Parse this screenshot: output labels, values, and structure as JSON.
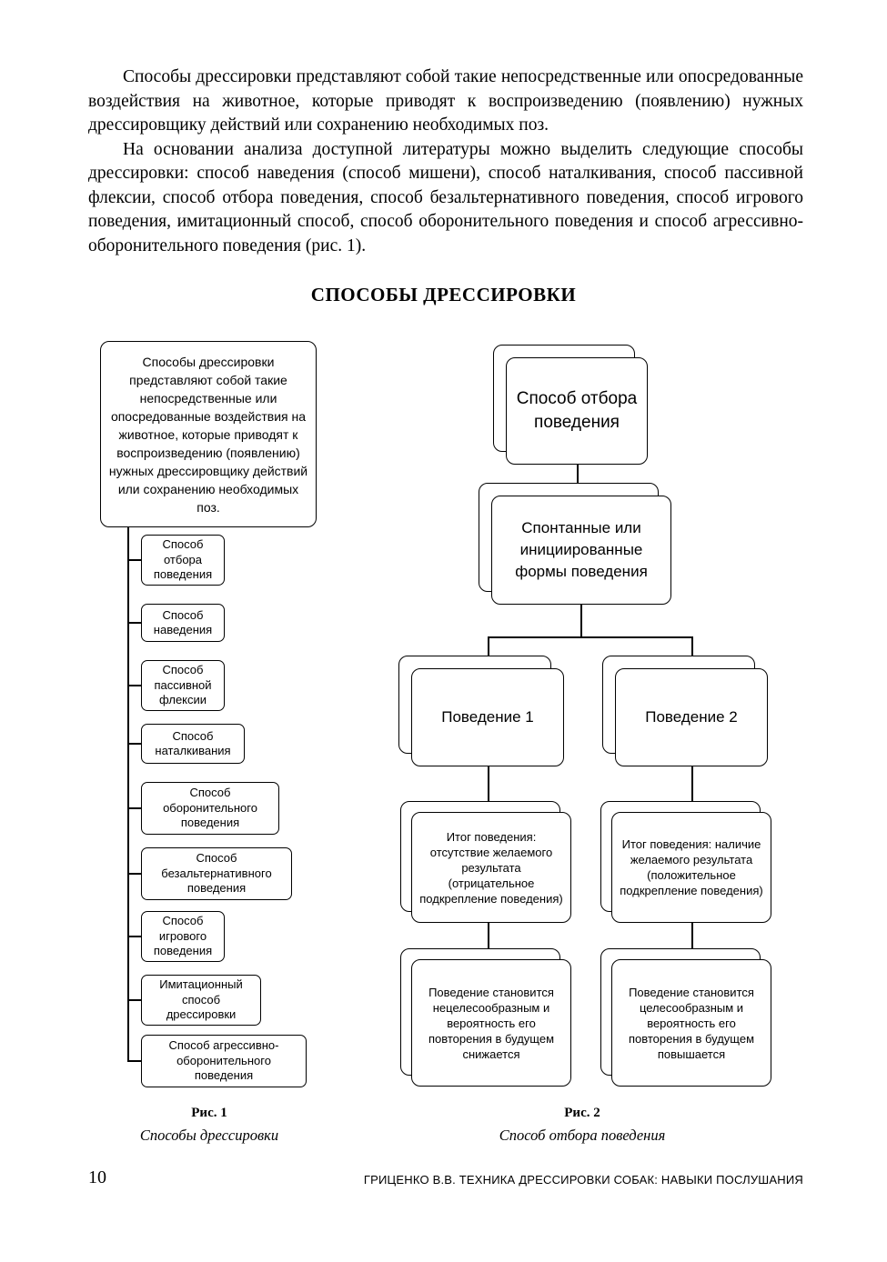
{
  "page": {
    "paragraph1": "Способы дрессировки представляют собой такие непосредственные или опосредованные воздействия на животное, которые приводят к воспроизведению (появлению) нужных дрессировщику действий или сохранению необходимых поз.",
    "paragraph2": "На основании анализа доступной литературы можно выделить следующие способы дрессировки: способ наведения (способ мишени), способ наталкивания, способ пассивной флексии, способ отбора поведения, способ безальтернативного поведения, способ игрового поведения, имитационный способ, способ оборонительного поведения и способ агрессивно-оборонительного поведения (рис. 1).",
    "heading": "СПОСОБЫ ДРЕССИРОВКИ",
    "footer": {
      "page_number": "10",
      "running_title": "ГРИЦЕНКО В.В. ТЕХНИКА ДРЕССИРОВКИ СОБАК: НАВЫКИ ПОСЛУШАНИЯ"
    }
  },
  "fig1": {
    "root": "Способы дрессировки представляют собой такие непосредственные или опосредованные воздействия на животное, которые приводят к воспроизведению (появлению) нужных дрессировщику действий или сохранению необходимых поз.",
    "items": [
      {
        "label": "Способ отбора поведения"
      },
      {
        "label": "Способ наведения"
      },
      {
        "label": "Способ пассивной флексии"
      },
      {
        "label": "Способ наталкивания"
      },
      {
        "label": "Способ оборонительного поведения"
      },
      {
        "label": "Способ безальтернативного поведения"
      },
      {
        "label": "Способ игрового поведения"
      },
      {
        "label": "Имитационный способ дрессировки"
      },
      {
        "label": "Способ агрессивно-оборонительного поведения"
      }
    ],
    "caption_label": "Рис. 1",
    "caption_text": "Способы дрессировки"
  },
  "fig2": {
    "nodes": {
      "root": "Способ отбора поведения",
      "forms": "Спонтанные или инициированные формы поведения",
      "behavior1": "Поведение 1",
      "behavior2": "Поведение 2",
      "outcome1": "Итог поведения: отсутствие желаемого результата (отрицательное подкрепление поведения)",
      "outcome2": "Итог поведения: наличие желаемого результата (положительное подкрепление поведения)",
      "result1": "Поведение становится нецелесообразным и вероятность его повторения в будущем снижается",
      "result2": "Поведение становится целесообразным и вероятность его повторения в будущем повышается"
    },
    "caption_label": "Рис. 2",
    "caption_text": "Способ отбора поведения"
  }
}
